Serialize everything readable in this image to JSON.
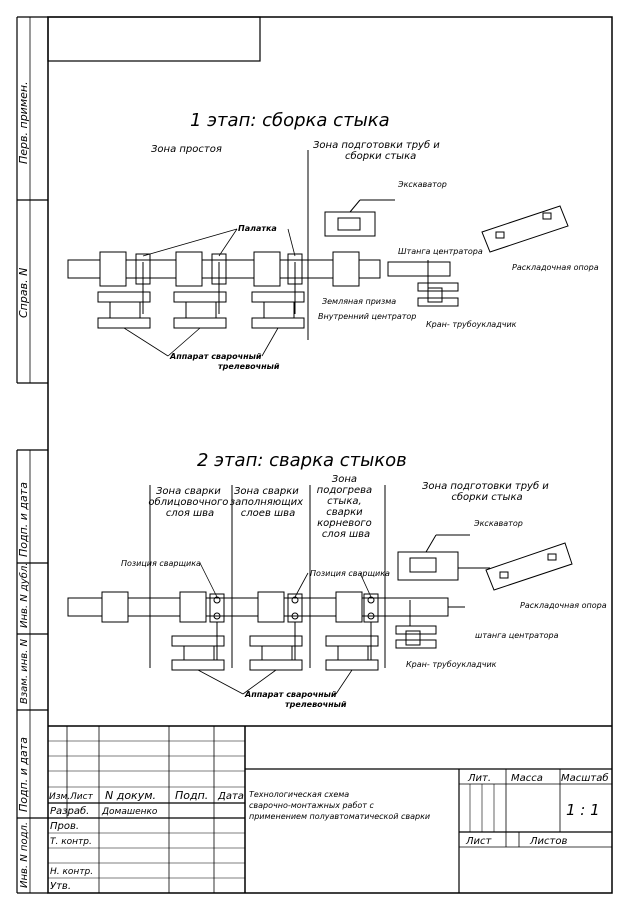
{
  "side": {
    "perv": "Перв. примен.",
    "sprav": "Справ. N",
    "podp_data_1": "Подп. и дата",
    "inv_dubl": "Инв. N дубл.",
    "vzam_inv": "Взам. инв. N",
    "podp_data_2": "Подп. и дата",
    "inv_podl": "Инв. N подл."
  },
  "stage1": {
    "title": "1 этап: сборка стыка",
    "zone_idle": "Зона простоя",
    "zone_prep": [
      "Зона подготовки труб и",
      "сборки стыка"
    ],
    "excavator": "Экскаватор",
    "tent": "Палатка",
    "rod": "Штанга центратора",
    "support": "Раскладочная опора",
    "prism": "Земляная призма",
    "centrator": "Внутренний центратор",
    "crane": "Кран- трубоукладчик",
    "welder": [
      "Аппарат сварочный",
      "трелевочный"
    ]
  },
  "stage2": {
    "title": "2 этап: сварка стыков",
    "zone_facing": [
      "Зона сварки",
      "облицовочного",
      "слоя шва"
    ],
    "zone_fill": [
      "Зона сварки",
      "заполняющих",
      "слоев шва"
    ],
    "zone_heat": [
      "Зона",
      "подогрева",
      "стыка,",
      "сварки",
      "корневого",
      "слоя шва"
    ],
    "zone_prep": [
      "Зона подготовки труб и",
      "сборки стыка"
    ],
    "excavator": "Экскаватор",
    "welder_pos_1": "Позиция сварщика",
    "welder_pos_2": "Позиция сварщика",
    "support": "Раскладочная опора",
    "rod": "штанга центратора",
    "crane": "Кран- трубоукладчик",
    "welder": [
      "Аппарат сварочный",
      "трелевочный"
    ]
  },
  "stamp": {
    "izm": "Изм.",
    "list": "Лист",
    "ndoc": "N докум.",
    "podp": "Подп.",
    "data": "Дата",
    "razrab": "Разраб.",
    "razrab_name": "Домашенко",
    "prov": "Пров.",
    "tkontr": "Т. контр.",
    "nkontr": "Н. контр.",
    "utv": "Утв.",
    "title": [
      "Технологическая схема",
      "сварочно-монтажных работ с",
      "применением полуавтоматической сварки"
    ],
    "lit": "Лит.",
    "massa": "Масса",
    "masshtab": "Масштаб",
    "scale": "1 : 1",
    "sheet": "Лист",
    "sheets": "Листов"
  }
}
